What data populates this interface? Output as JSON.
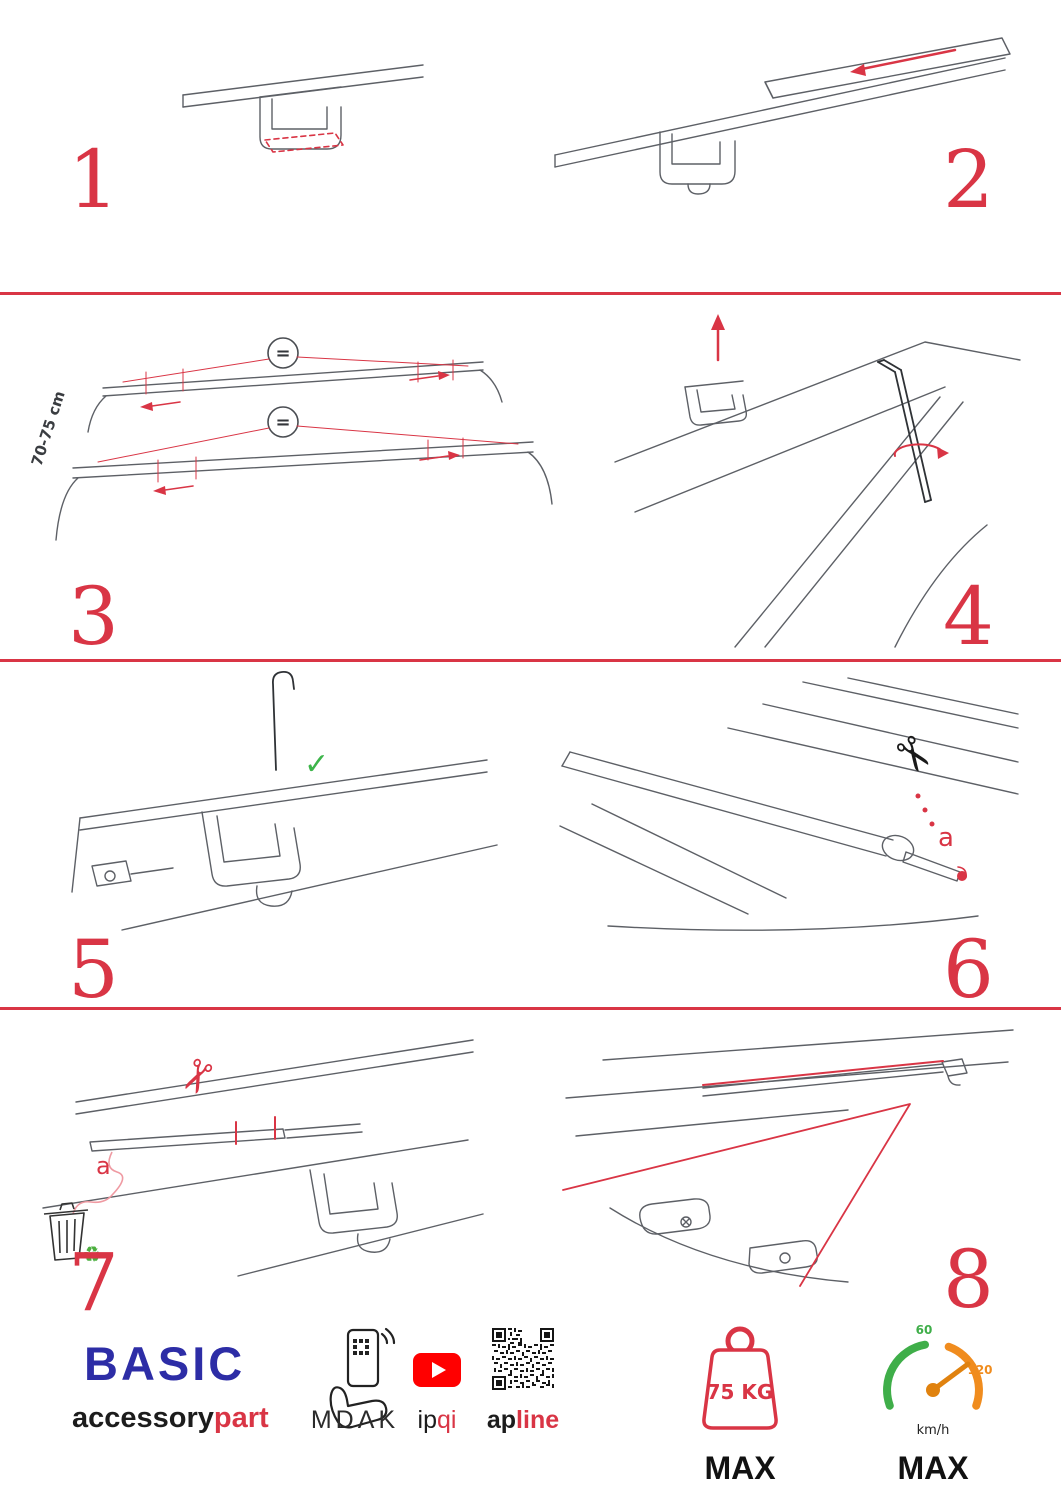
{
  "colors": {
    "accent": "#d93545",
    "brand_blue": "#2d2da6",
    "speed_green": "#3fae49",
    "speed_orange": "#f08c1e",
    "youtube_red": "#ff0000",
    "check_green": "#3db54a",
    "recycle_green": "#4caf3f"
  },
  "steps": [
    {
      "number": "1"
    },
    {
      "number": "2"
    },
    {
      "number": "3",
      "dimension_label": "70-75 cm",
      "equal_top": "=",
      "equal_bottom": "="
    },
    {
      "number": "4"
    },
    {
      "number": "5",
      "check": "✓"
    },
    {
      "number": "6",
      "cut_label": "a"
    },
    {
      "number": "7",
      "cut_label": "a"
    },
    {
      "number": "8"
    }
  ],
  "icons": {
    "scissors": "✂",
    "recycle": "♻"
  },
  "footer": {
    "brand": "BASIC",
    "tagline_black": "accessory",
    "tagline_red": "part",
    "mdak": "MDΛK",
    "ipqi_black": "ip",
    "ipqi_red": "qi",
    "apline_black": "ap",
    "apline_red": "line",
    "weight_value": "75 KG",
    "weight_max": "MAX",
    "speed_low": "60",
    "speed_high": "120",
    "speed_unit": "km/h",
    "speed_max": "MAX"
  }
}
